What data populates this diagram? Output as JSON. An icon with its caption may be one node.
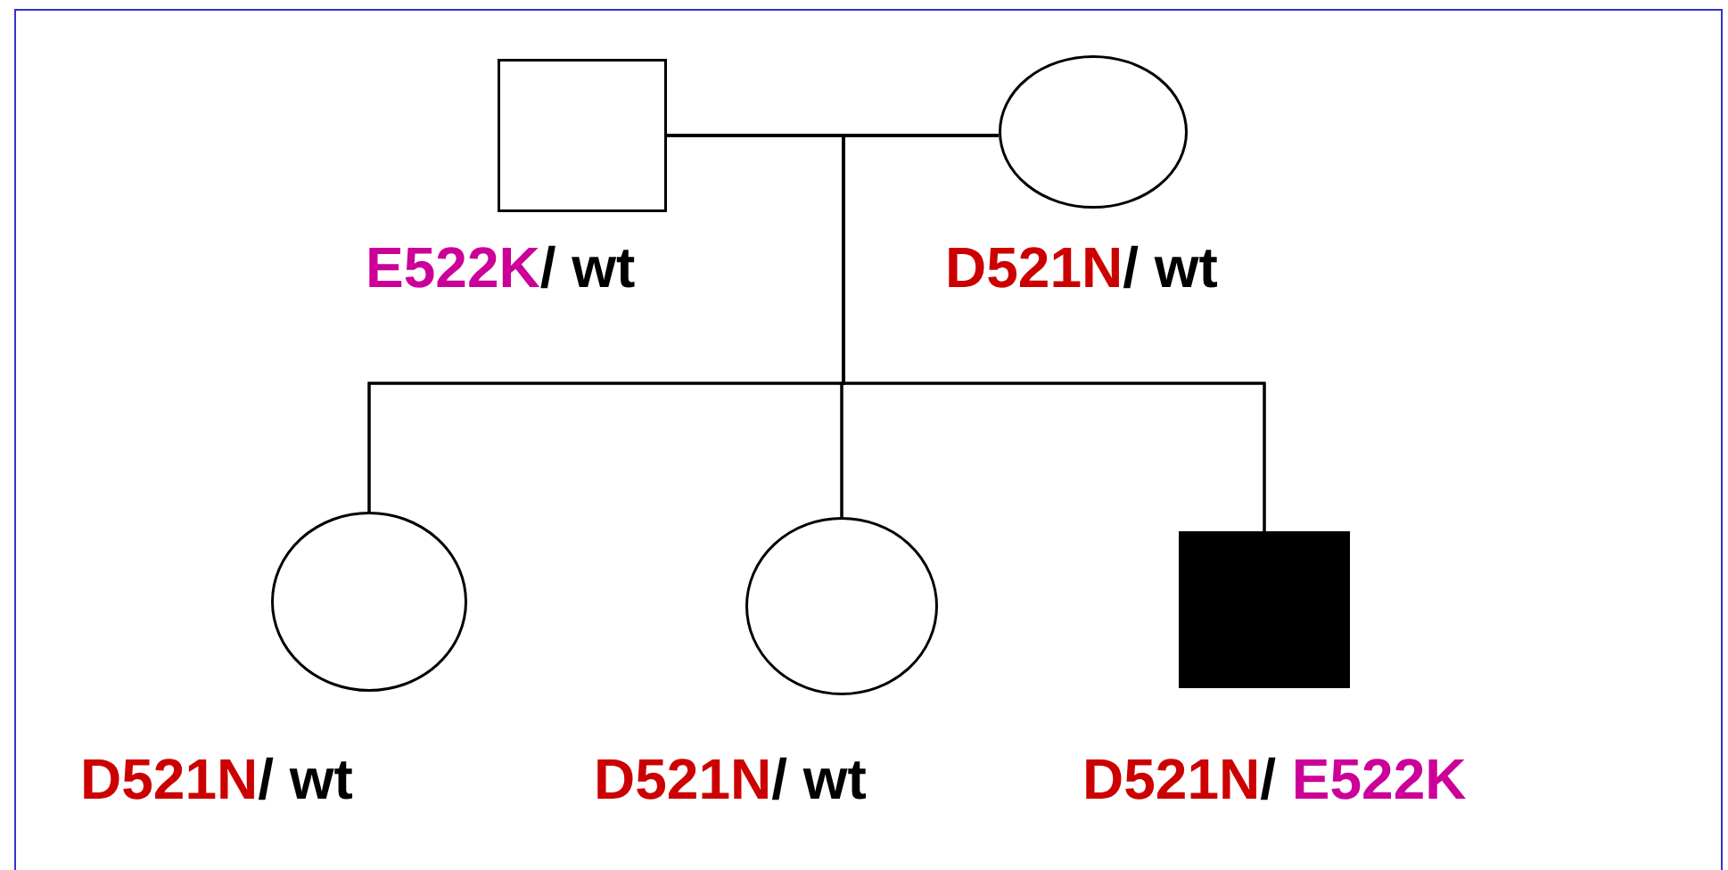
{
  "diagram": {
    "nodes": [
      {
        "text": [],
        "shape": "box",
        "beside": [
          "E522K/ wt"
        ]
      },
      {
        "text": [],
        "shape": "circle",
        "beside": [
          "D521N/ wt"
        ]
      },
      {
        "text": [],
        "shape": "circle",
        "beside": [
          "D521N/ wt"
        ]
      },
      {
        "text": [],
        "shape": "circle",
        "beside": [
          "D521N/ wt"
        ]
      },
      {
        "text": [],
        "shape": "box",
        "beside": [
          "D521N/ E522K"
        ]
      }
    ],
    "edges": [
      {
        "from": 0,
        "to": 1,
        "arrow": "none"
      },
      {
        "from": 0,
        "to": 2,
        "arrow": "none"
      },
      {
        "from": 0,
        "to": 3,
        "arrow": "none"
      },
      {
        "from": 0,
        "to": 4,
        "arrow": "none"
      },
      {
        "from": 1,
        "to": 2,
        "arrow": "none"
      },
      {
        "from": 1,
        "to": 3,
        "arrow": "none"
      },
      {
        "from": 1,
        "to": 4,
        "arrow": "none"
      }
    ]
  }
}
